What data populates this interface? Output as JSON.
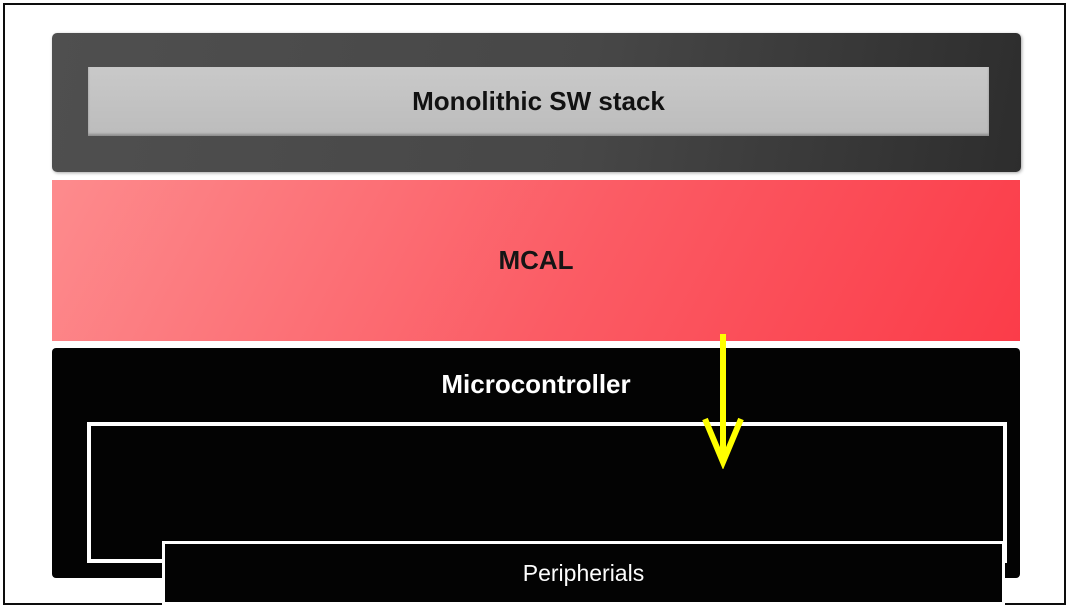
{
  "diagram": {
    "layers": {
      "monolithic": {
        "label": "Monolithic SW stack"
      },
      "mcal": {
        "label": "MCAL"
      },
      "microcontroller": {
        "label": "Microcontroller"
      },
      "peripherials": {
        "label": "Peripherials"
      }
    },
    "connector": {
      "type": "arrow",
      "from": "MCAL",
      "to": "Peripherials",
      "direction": "down"
    },
    "colors": {
      "dark_bar_start": "#4f4f4f",
      "dark_bar_end": "#2d2d2d",
      "inner_bar": "#c2c2c2",
      "mcal_gradient_start": "#fd8b8d",
      "mcal_gradient_end": "#fb3c49",
      "microcontroller_bg": "#030303",
      "box_border": "#ffffff",
      "arrow": "#ffff00",
      "text_dark": "#111111",
      "text_light": "#ffffff",
      "page_border": "#0d0d0d"
    }
  }
}
